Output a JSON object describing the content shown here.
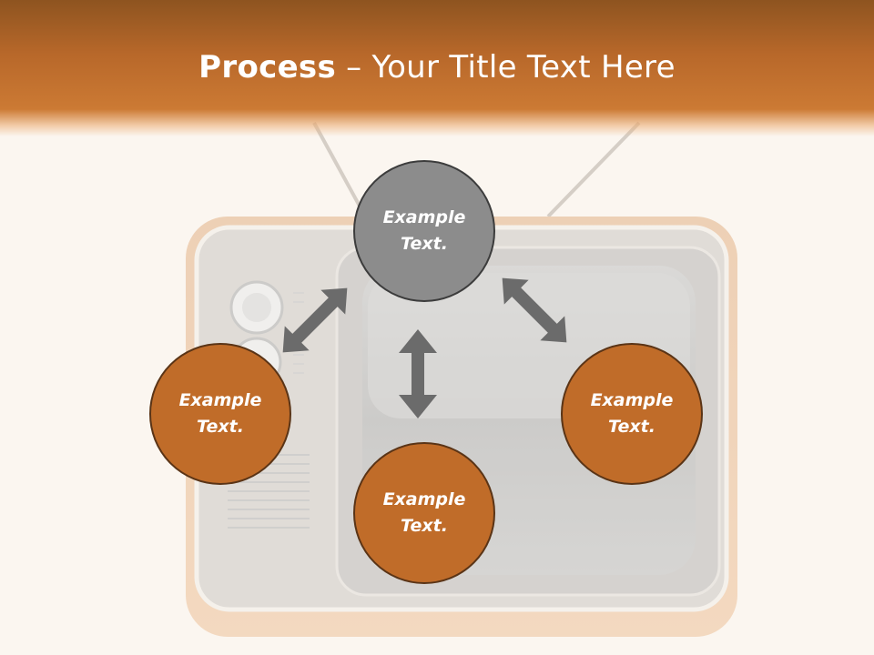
{
  "slide": {
    "title_bold": "Process",
    "title_rest": " – Your Title Text Here",
    "top_circle": {
      "line1": "Example",
      "line2": "Text."
    },
    "left_circle": {
      "line1": "Example",
      "line2": "Text."
    },
    "right_circle": {
      "line1": "Example",
      "line2": "Text."
    },
    "bottom_circle": {
      "line1": "Example",
      "line2": "Text."
    }
  },
  "colors": {
    "title_bar": "#c06c29",
    "circle_orange": "#c06c29",
    "circle_gray": "#8c8c8c",
    "arrow": "#6b6b6b"
  }
}
